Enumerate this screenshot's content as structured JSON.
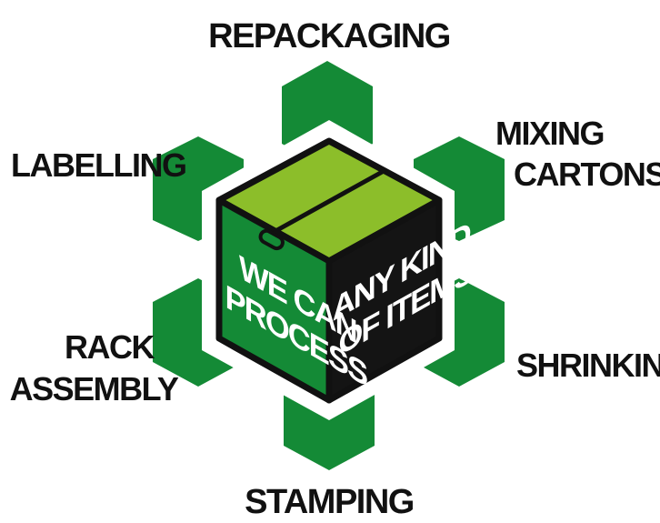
{
  "colors": {
    "dark_green": "#148a36",
    "box_top": "#8cbe2a",
    "box_left": "#148a36",
    "box_right": "#141414",
    "outline": "#111111",
    "label": "#111111",
    "box_text": "#ffffff"
  },
  "labels": {
    "repackaging": "REPACKAGING",
    "mixing_cartons": [
      "MIXING",
      "CARTONS"
    ],
    "shrinking": "SHRINKING",
    "stamping": "STAMPING",
    "rack_assembly": [
      "RACK",
      "ASSEMBLY"
    ],
    "labelling": "LABELLING"
  },
  "box": {
    "left_face_text": [
      "WE CAN",
      "PROCESS"
    ],
    "right_face_text": [
      "ANY KIND",
      "OF ITEMS"
    ],
    "handle_icon": "box-handle-icon"
  }
}
